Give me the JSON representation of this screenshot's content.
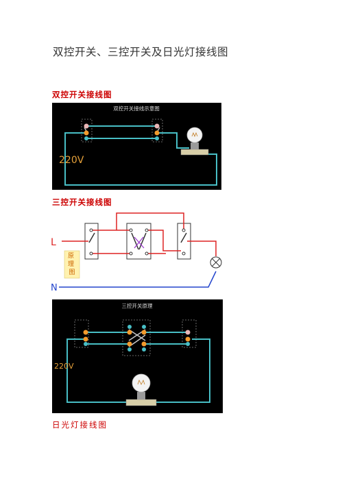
{
  "document": {
    "title": "双控开关、三控开关及日光灯接线图"
  },
  "sections": [
    {
      "heading": "双控开关接线图",
      "diagram": {
        "header": "双控开关接线示意图",
        "voltage_label": "220V"
      }
    },
    {
      "heading": "三控开关接线图",
      "diagram": {
        "line_label": "L",
        "neutral_label": "N",
        "principle_label": "原理图"
      }
    },
    {
      "diagram": {
        "header": "三控开关原理",
        "voltage_label": "220V"
      }
    },
    {
      "heading": "日光灯接线图"
    }
  ],
  "colors": {
    "heading_red": "#cc0000",
    "wire_cyan": "#48bfc6",
    "wire_red": "#dd2222",
    "wire_blue": "#2244cc",
    "terminal_orange": "#f29a2c",
    "terminal_pink": "#e9b6b6",
    "diagram_background": "#000000"
  }
}
